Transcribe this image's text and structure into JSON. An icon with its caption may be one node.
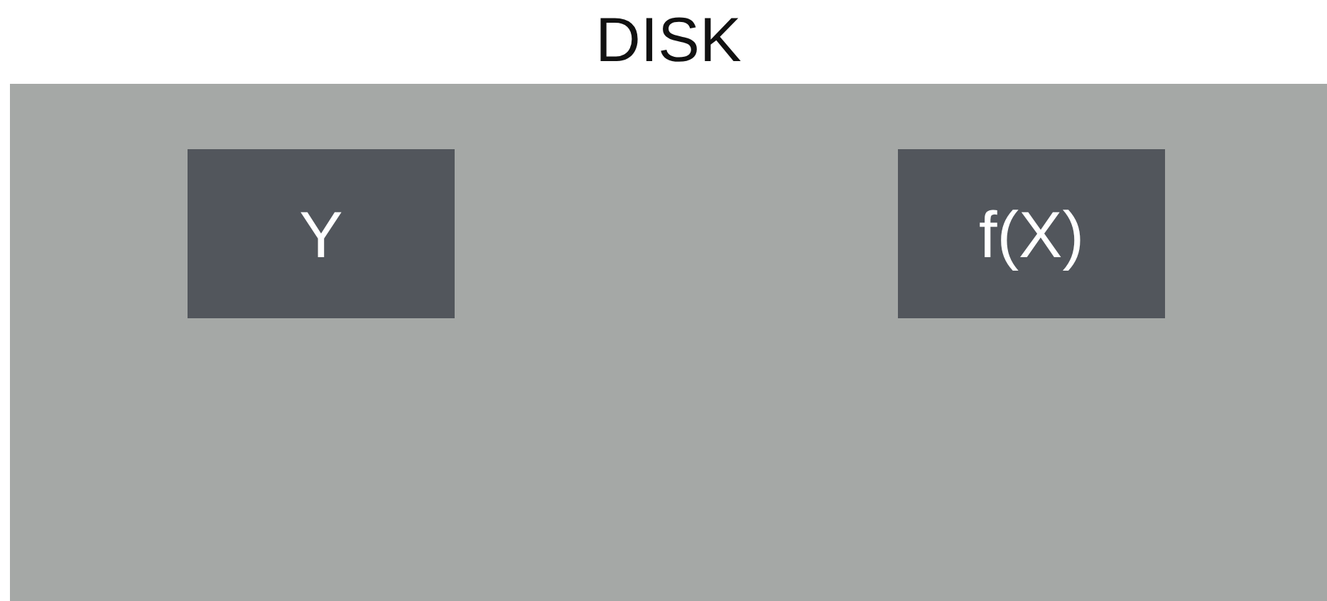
{
  "diagram": {
    "nodes": [
      {
        "text": [
          "DISK"
        ]
      },
      {
        "text": [
          "Y"
        ],
        "in": 0
      },
      {
        "text": [
          "f(X)"
        ],
        "in": 0
      }
    ]
  }
}
